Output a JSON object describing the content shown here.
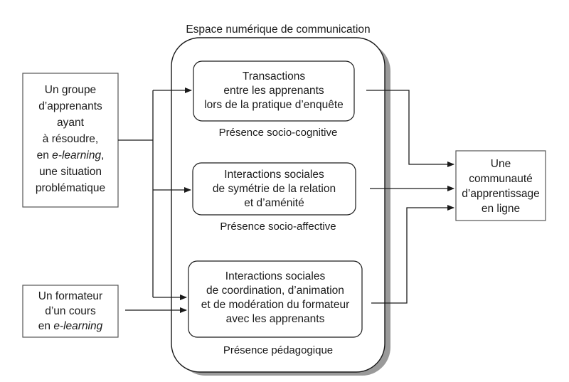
{
  "title": "Espace numérique de communication",
  "left_boxes": {
    "group": {
      "lines": [
        {
          "text": "Un groupe"
        },
        {
          "text": "d’apprenants"
        },
        {
          "text": "ayant"
        },
        {
          "text": "à résoudre,"
        },
        {
          "pre": "en ",
          "em": "e-learning",
          "post": ","
        },
        {
          "text": "une situation"
        },
        {
          "text": "problématique"
        }
      ]
    },
    "trainer": {
      "lines": [
        {
          "text": "Un formateur"
        },
        {
          "text": "d’un cours"
        },
        {
          "pre": "en ",
          "em": "e-learning",
          "post": ""
        }
      ]
    }
  },
  "inner_boxes": {
    "cognitive": {
      "lines": [
        "Transactions",
        "entre les apprenants",
        "lors de la pratique d’enquête"
      ],
      "caption": "Présence socio-cognitive"
    },
    "affective": {
      "lines": [
        "Interactions sociales",
        "de symétrie de la relation",
        "et d’aménité"
      ],
      "caption": "Présence socio-affective"
    },
    "pedagogic": {
      "lines": [
        "Interactions sociales",
        "de coordination, d’animation",
        "et de modération du formateur",
        "avec les apprenants"
      ],
      "caption": "Présence pédagogique"
    }
  },
  "result_box": {
    "lines": [
      "Une",
      "communauté",
      "d’apprentissage",
      "en ligne"
    ]
  }
}
